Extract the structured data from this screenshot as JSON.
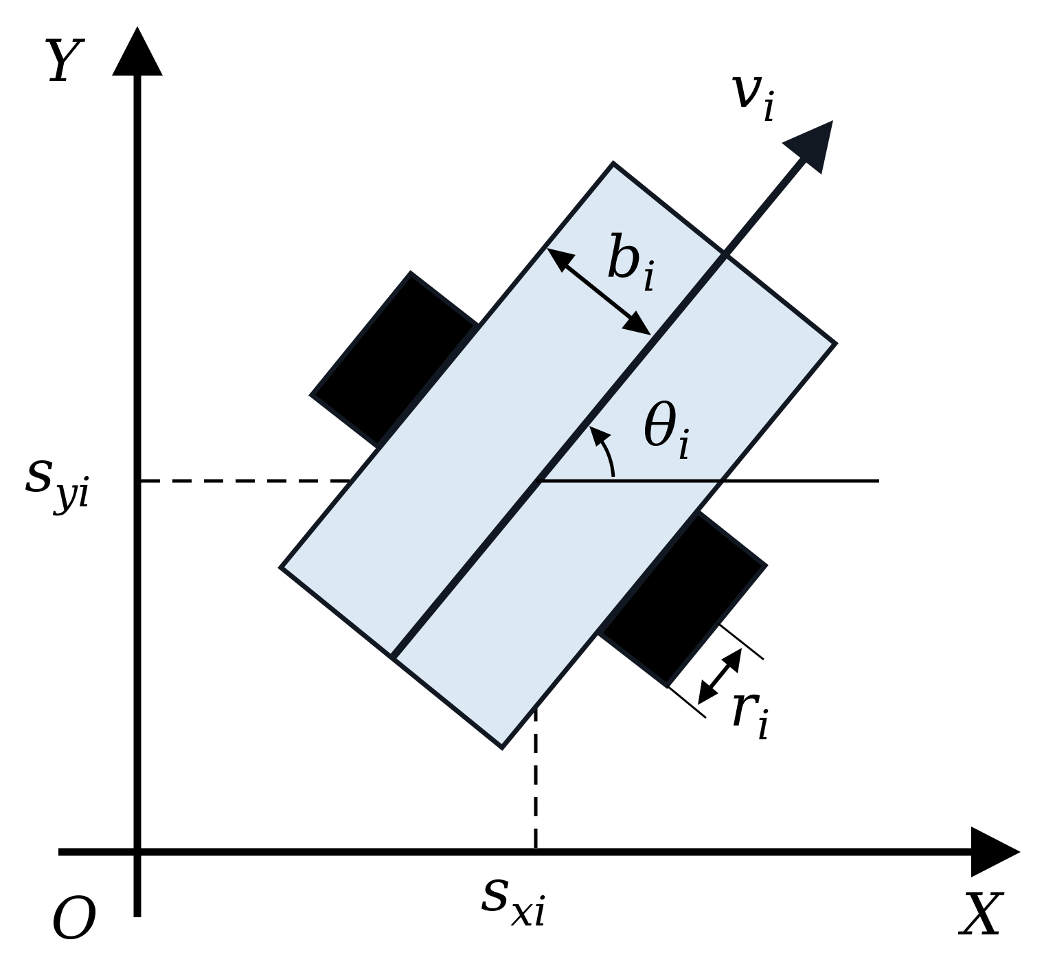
{
  "labels": {
    "y_axis": "Y",
    "x_axis": "X",
    "origin": "O",
    "s_y": {
      "base": "s",
      "sub": "yi"
    },
    "s_x": {
      "base": "s",
      "sub": "xi"
    },
    "v": {
      "base": "v",
      "sub": "i"
    },
    "b": {
      "base": "b",
      "sub": "i"
    },
    "theta": {
      "base": "θ",
      "sub": "i"
    },
    "r": {
      "base": "r",
      "sub": "i"
    }
  },
  "colors": {
    "body_fill": "#dce8f4",
    "outline": "#111822",
    "axes": "#000000",
    "wheel_fill": "#000000",
    "background": "#ffffff"
  }
}
